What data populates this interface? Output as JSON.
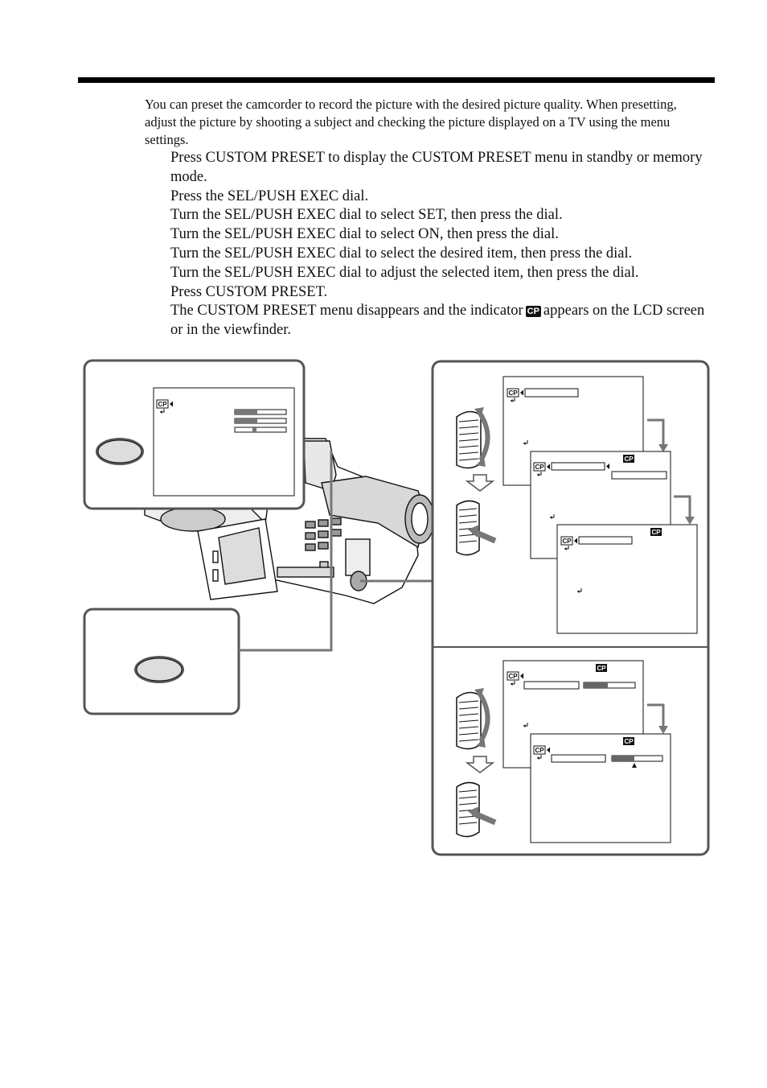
{
  "intro": "You can preset the camcorder to record the picture with the desired picture quality. When presetting, adjust the picture by shooting a subject and checking the picture displayed on a TV using the menu settings.",
  "steps": [
    "Press CUSTOM PRESET to display the CUSTOM PRESET menu in standby or memory mode.",
    "Press the SEL/PUSH EXEC dial.",
    "Turn the SEL/PUSH EXEC dial to select SET, then press the dial.",
    "Turn the SEL/PUSH EXEC dial to select ON, then press the dial.",
    "Turn the SEL/PUSH EXEC dial to select the desired item, then press the dial.",
    "Turn the SEL/PUSH EXEC dial to adjust the selected item, then press the dial.",
    "Press CUSTOM PRESET."
  ],
  "note_before": "The CUSTOM PRESET menu disappears and the indicator",
  "note_after": "appears on the LCD screen or in the viewfinder.",
  "indicator_label": "CP"
}
